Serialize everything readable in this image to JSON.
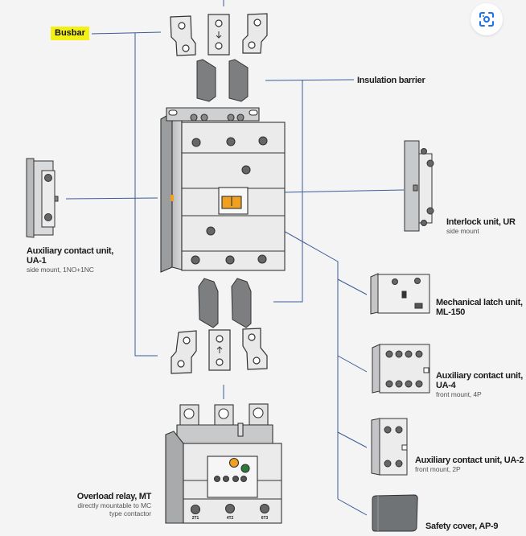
{
  "labels": {
    "busbar": "Busbar",
    "insulation_barrier": "Insulation barrier",
    "aux_ua1": {
      "title_line1": "Auxiliary contact unit,",
      "title_line2": "UA-1",
      "subtitle": "side mount, 1NO+1NC"
    },
    "interlock_ur": {
      "title": "Interlock unit, UR",
      "subtitle": "side mount"
    },
    "mech_latch": {
      "title_line1": "Mechanical latch unit,",
      "title_line2": "ML-150"
    },
    "aux_ua4": {
      "title_line1": "Auxiliary contact unit,",
      "title_line2": "UA-4",
      "subtitle": "front mount, 4P"
    },
    "aux_ua2": {
      "title": "Auxiliary contact unit, UA-2",
      "subtitle": "front mount, 2P"
    },
    "safety_cover": {
      "title": "Safety cover, AP-9"
    },
    "overload_relay": {
      "title": "Overload relay, MT",
      "subtitle_line1": "directly mountable to MC",
      "subtitle_line2": "type contactor"
    }
  },
  "relay_terminals": [
    "2T1",
    "4T2",
    "6T3"
  ],
  "colors": {
    "background": "#f4f4f4",
    "leader_line": "#3a5a9a",
    "highlight": "#f2f016",
    "orange_accent": "#f0a020",
    "green_indicator": "#2a7a3a",
    "barrier_gray": "#7c7e80",
    "lens_icon": "#1a73e8"
  },
  "toolbar": {
    "lens_icon": "visual-search-icon"
  }
}
